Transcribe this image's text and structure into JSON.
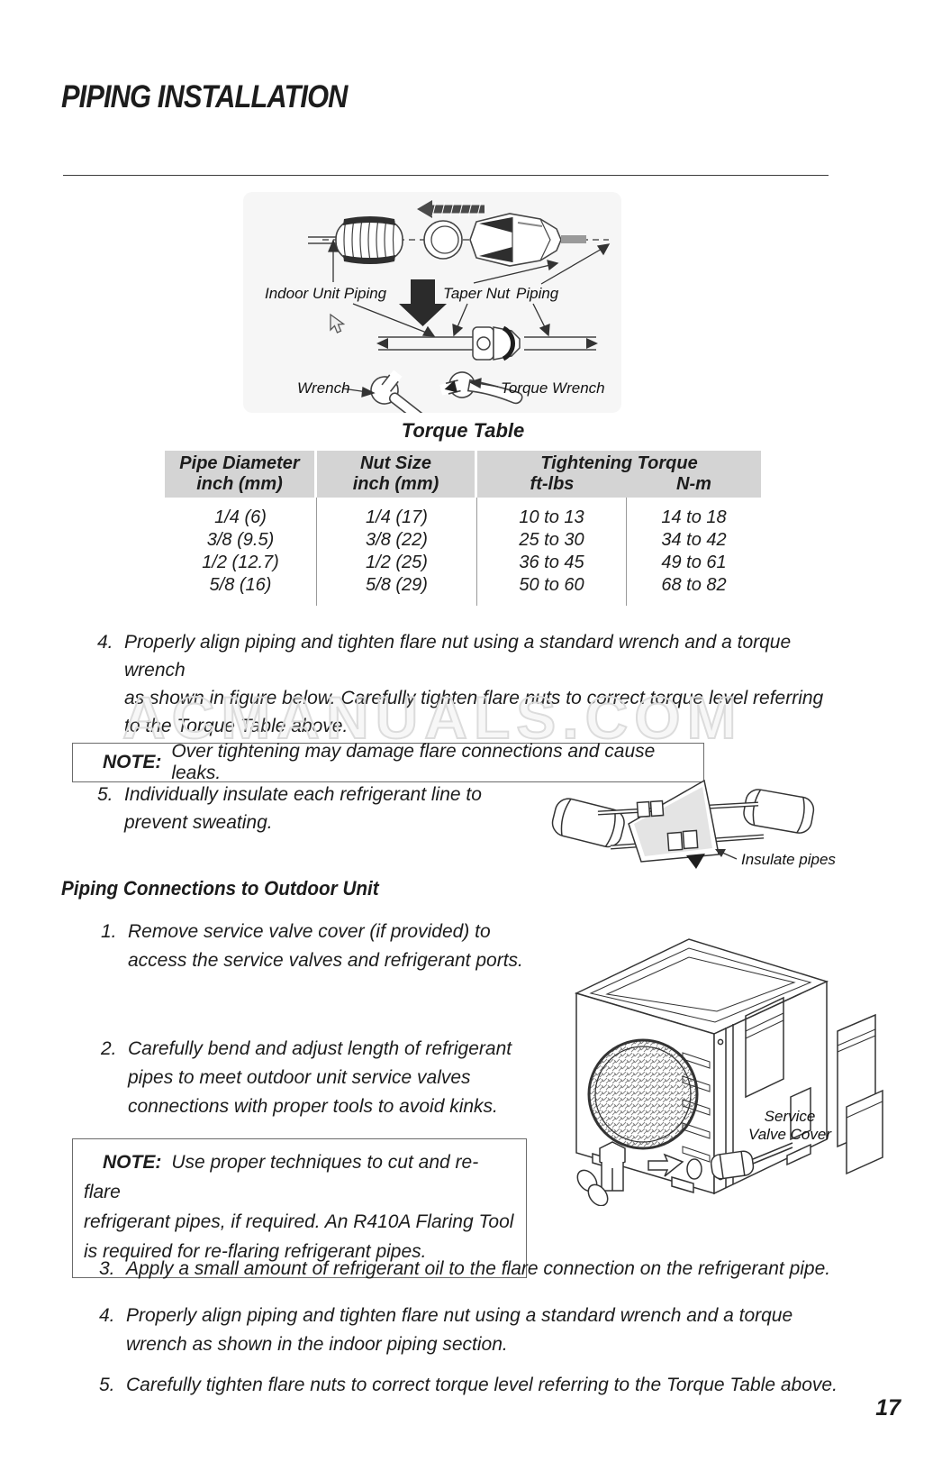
{
  "page": {
    "title": "PIPING INSTALLATION",
    "watermark": "ACMANUALS.COM",
    "page_number": "17"
  },
  "indoor_figure": {
    "labels": {
      "indoor_unit_piping": "Indoor Unit Piping",
      "taper_nut": "Taper Nut",
      "piping": "Piping",
      "wrench": "Wrench",
      "torque_wrench": "Torque Wrench"
    }
  },
  "torque_table": {
    "title": "Torque Table",
    "headers": {
      "pipe_diameter": "Pipe Diameter\ninch (mm)",
      "nut_size": "Nut Size\ninch (mm)",
      "tightening": "Tightening Torque",
      "ft_lbs": "ft-lbs",
      "n_m": "N-m"
    },
    "rows": [
      [
        "1/4 (6)",
        "1/4 (17)",
        "10 to 13",
        "14 to 18"
      ],
      [
        "3/8 (9.5)",
        "3/8 (22)",
        "25 to 30",
        "34 to 42"
      ],
      [
        "1/2 (12.7)",
        "1/2 (25)",
        "36 to 45",
        "49 to 61"
      ],
      [
        "5/8 (16)",
        "5/8 (29)",
        "50 to 60",
        "68 to 82"
      ]
    ]
  },
  "indoor_steps": {
    "step4_num": "4.",
    "step4_text": "Properly align piping and tighten flare nut using a standard wrench and a torque wrench\nas shown in figure below. Carefully tighten flare nuts to correct torque level referring\nto the Torque Table above.",
    "step5_num": "5.",
    "step5_text": "Individually insulate each refrigerant line to\nprevent sweating."
  },
  "note1": {
    "label": "NOTE:",
    "text": "Over tightening may damage flare connections and cause leaks."
  },
  "insulate_figure": {
    "label": "Insulate pipes"
  },
  "outdoor_section": {
    "heading": "Piping Connections to Outdoor Unit",
    "step1_num": "1.",
    "step1_text": "Remove service valve cover (if provided) to\naccess the service valves and refrigerant ports.",
    "step2_num": "2.",
    "step2_text": "Carefully bend and adjust length of refrigerant\npipes to meet outdoor unit service valves\nconnections with proper tools to avoid kinks.",
    "step3_num": "3.",
    "step3_text": "Apply a small amount of refrigerant oil to the flare connection on the refrigerant pipe.",
    "step4_num": "4.",
    "step4_text": "Properly align piping and tighten flare nut using a standard wrench and a torque\nwrench as shown in the indoor piping section.",
    "step5_num": "5.",
    "step5_text": "Carefully tighten flare nuts to correct torque level referring to the Torque Table above.",
    "service_valve_label": "Service\nValve Cover"
  },
  "note2": {
    "label": "NOTE:",
    "text": "Use proper techniques to cut and re-flare\nrefrigerant pipes, if required. An R410A Flaring Tool\nis required for re-flaring refrigerant pipes."
  }
}
